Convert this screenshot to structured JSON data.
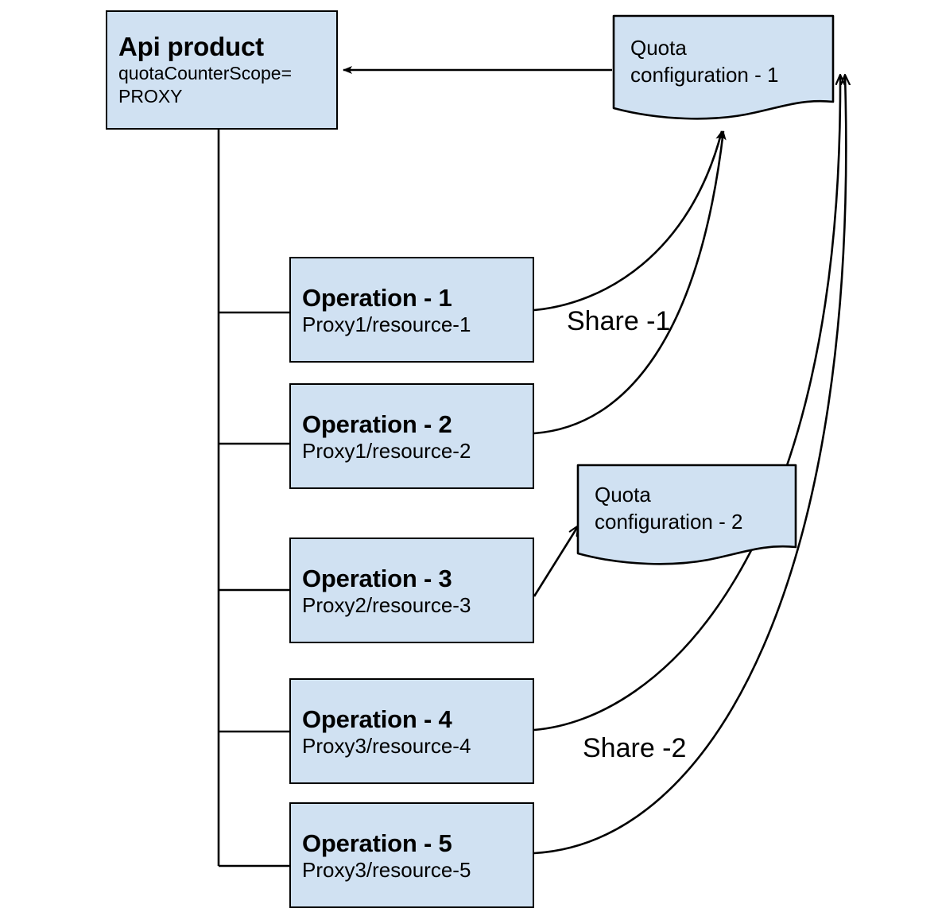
{
  "diagram": {
    "title_hidden": "",
    "colors": {
      "node_fill": "#d0e1f2",
      "node_stroke": "#000000",
      "edge_stroke": "#000000",
      "background": "#ffffff"
    },
    "product": {
      "title": "Api product",
      "attribute": "quotaCounterScope=",
      "attribute_value": "PROXY"
    },
    "operations": [
      {
        "title": "Operation - 1",
        "path": "Proxy1/resource-1"
      },
      {
        "title": "Operation - 2",
        "path": "Proxy1/resource-2"
      },
      {
        "title": "Operation - 3",
        "path": "Proxy2/resource-3"
      },
      {
        "title": "Operation - 4",
        "path": "Proxy3/resource-4"
      },
      {
        "title": "Operation - 5",
        "path": "Proxy3/resource-5"
      }
    ],
    "quota_configs": [
      {
        "line1": "Quota",
        "line2": "configuration - 1"
      },
      {
        "line1": "Quota",
        "line2": "configuration - 2"
      }
    ],
    "edge_labels": [
      {
        "text": "Share -1"
      },
      {
        "text": "Share -2"
      }
    ]
  }
}
